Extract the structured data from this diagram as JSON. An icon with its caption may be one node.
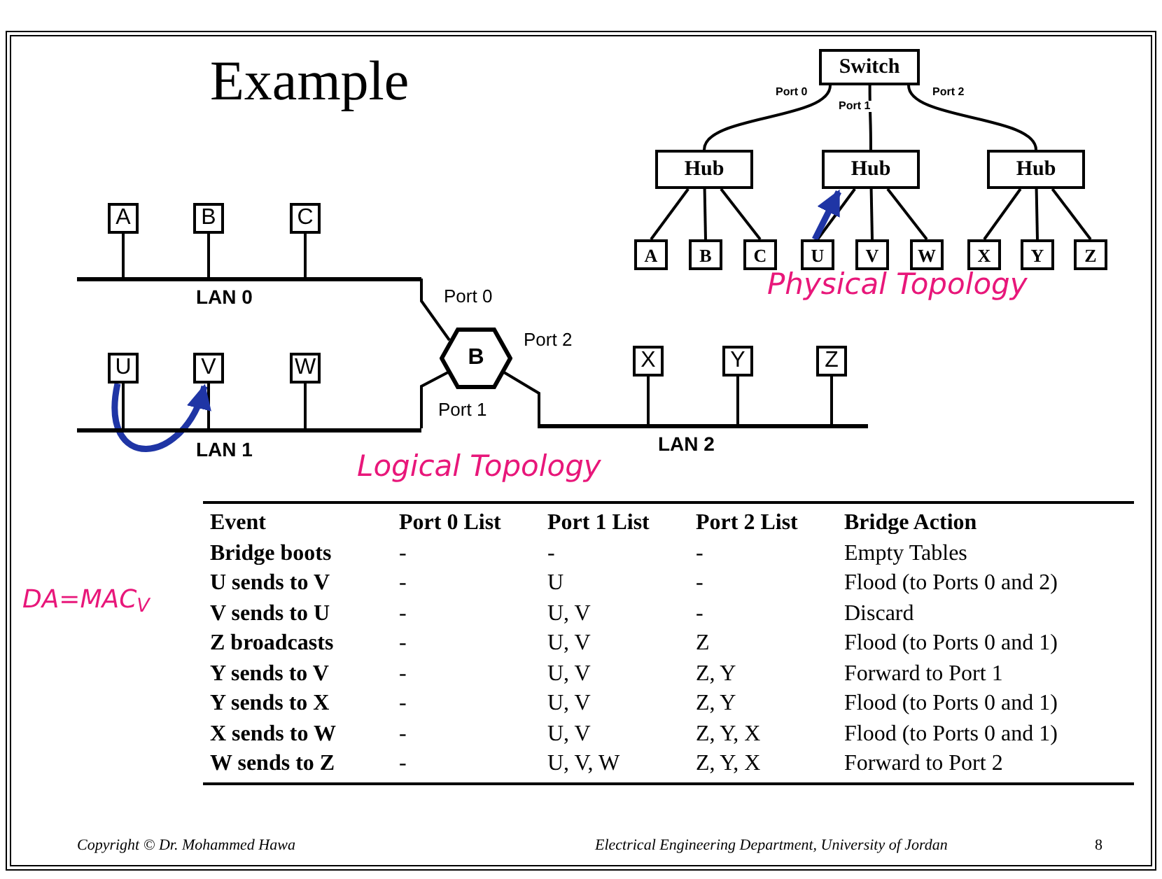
{
  "diagram": {
    "title": "Example",
    "nodes": [
      {
        "text": [
          "Switch"
        ]
      },
      {
        "text": [
          "Hub"
        ]
      },
      {
        "text": [
          "Hub"
        ]
      },
      {
        "text": [
          "Hub"
        ]
      },
      {
        "text": [
          "A"
        ]
      },
      {
        "text": [
          "B"
        ]
      },
      {
        "text": [
          "C"
        ]
      },
      {
        "text": [
          "U"
        ]
      },
      {
        "text": [
          "V"
        ]
      },
      {
        "text": [
          "W"
        ]
      },
      {
        "text": [
          "X"
        ]
      },
      {
        "text": [
          "Y"
        ]
      },
      {
        "text": [
          "Z"
        ]
      },
      {
        "text": [
          "A"
        ]
      },
      {
        "text": [
          "B"
        ]
      },
      {
        "text": [
          "C"
        ]
      },
      {
        "text": [],
        "shape": "bar",
        "beside": [
          "LAN 0"
        ]
      },
      {
        "text": [
          "U"
        ]
      },
      {
        "text": [
          "V"
        ]
      },
      {
        "text": [
          "W"
        ]
      },
      {
        "text": [],
        "shape": "bar",
        "beside": [
          "LAN 1"
        ]
      },
      {
        "text": [
          "B"
        ]
      },
      {
        "text": [
          "X"
        ]
      },
      {
        "text": [
          "Y"
        ]
      },
      {
        "text": [
          "Z"
        ]
      },
      {
        "text": [],
        "shape": "bar",
        "beside": [
          "LAN 2"
        ]
      }
    ],
    "edges": [
      {
        "from": 0,
        "to": 1,
        "arrow": "none",
        "label": "Port 0"
      },
      {
        "from": 0,
        "to": 2,
        "arrow": "none",
        "label": "Port 1"
      },
      {
        "from": 0,
        "to": 3,
        "arrow": "none",
        "label": "Port 2"
      },
      {
        "from": 1,
        "to": 4,
        "arrow": "none"
      },
      {
        "from": 1,
        "to": 5,
        "arrow": "none"
      },
      {
        "from": 1,
        "to": 6,
        "arrow": "none"
      },
      {
        "from": 2,
        "to": 7,
        "arrow": "none"
      },
      {
        "from": 2,
        "to": 8,
        "arrow": "none"
      },
      {
        "from": 2,
        "to": 9,
        "arrow": "none"
      },
      {
        "from": 3,
        "to": 10,
        "arrow": "none"
      },
      {
        "from": 3,
        "to": 11,
        "arrow": "none"
      },
      {
        "from": 3,
        "to": 12,
        "arrow": "none"
      },
      {
        "from": 7,
        "to": 2,
        "arrow": "to",
        "style": "thick",
        "color": "#1f35a5"
      },
      {
        "from": 13,
        "to": 16,
        "arrow": "none"
      },
      {
        "from": 14,
        "to": 16,
        "arrow": "none"
      },
      {
        "from": 15,
        "to": 16,
        "arrow": "none"
      },
      {
        "from": 16,
        "to": 21,
        "arrow": "none",
        "label": "Port 0"
      },
      {
        "from": 17,
        "to": 20,
        "arrow": "none"
      },
      {
        "from": 18,
        "to": 20,
        "arrow": "none"
      },
      {
        "from": 19,
        "to": 20,
        "arrow": "none"
      },
      {
        "from": 20,
        "to": 21,
        "arrow": "none",
        "label": "Port 1"
      },
      {
        "from": 21,
        "to": 25,
        "arrow": "none",
        "label": "Port 2"
      },
      {
        "from": 22,
        "to": 25,
        "arrow": "none"
      },
      {
        "from": 23,
        "to": 25,
        "arrow": "none"
      },
      {
        "from": 24,
        "to": 25,
        "arrow": "none"
      },
      {
        "from": 17,
        "to": 18,
        "arrow": "to",
        "style": "thick",
        "color": "#1f35a5"
      }
    ],
    "labels": [
      "Physical Topology",
      "Logical Topology",
      "DA=MAC$_{V}$",
      "Event",
      "Port 0 List",
      "Port 1 List",
      "Port 2 List",
      "Bridge Action",
      "Bridge boots",
      "-",
      "-",
      "-",
      "Empty Tables",
      "U sends to V",
      "-",
      "U",
      "-",
      "Flood (to Ports 0 and 2)",
      "V sends to U",
      "-",
      "U, V",
      "-",
      "Discard",
      "Z broadcasts",
      "-",
      "U, V",
      "Z",
      "Flood (to Ports 0 and 1)",
      "Y sends to V",
      "-",
      "U, V",
      "Z, Y",
      "Forward to Port 1",
      "Y sends to X",
      "-",
      "U, V",
      "Z, Y",
      "Flood (to Ports 0 and 1)",
      "X sends to W",
      "-",
      "U, V",
      "Z, Y, X",
      "Flood (to Ports 0 and 1)",
      "W sends to Z",
      "-",
      "U, V, W",
      "Z, Y, X",
      "Forward to Port 2",
      "Copyright © Dr. Mohammed Hawa",
      "Electrical Engineering Department, University of Jordan",
      "8"
    ]
  }
}
